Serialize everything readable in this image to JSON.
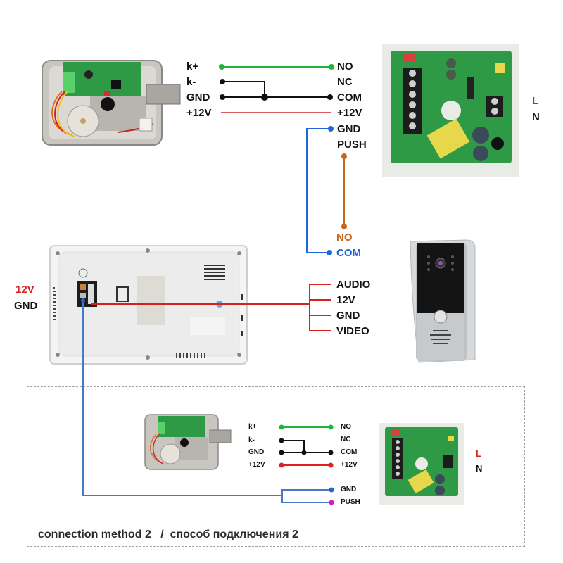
{
  "top_section": {
    "lock_labels": [
      "k+",
      "k-",
      "GND",
      "+12V"
    ],
    "psu_labels": [
      "NO",
      "NC",
      "COM",
      "+12V",
      "GND",
      "PUSH"
    ],
    "exit_button_labels": [
      "NO",
      "COM"
    ],
    "mains_labels": [
      "L",
      "N"
    ]
  },
  "monitor": {
    "power_labels": [
      "12V",
      "GND"
    ]
  },
  "door_station": {
    "labels": [
      "AUDIO",
      "12V",
      "GND",
      "VIDEO"
    ]
  },
  "method2": {
    "lock_labels": [
      "k+",
      "k-",
      "GND",
      "+12V"
    ],
    "psu_labels": [
      "NO",
      "NC",
      "COM",
      "+12V",
      "GND",
      "PUSH"
    ],
    "mains_labels": [
      "L",
      "N"
    ],
    "caption": "connection method 2   /  способ подключения 2"
  },
  "colors": {
    "wire_green": "#22b33a",
    "wire_black": "#111111",
    "wire_red": "#d8201c",
    "wire_red_thin": "#d96060",
    "wire_blue": "#1f66d6",
    "wire_orange": "#c8651b",
    "wire_magenta": "#c81fc8",
    "pcb_green": "#2e9a45"
  }
}
